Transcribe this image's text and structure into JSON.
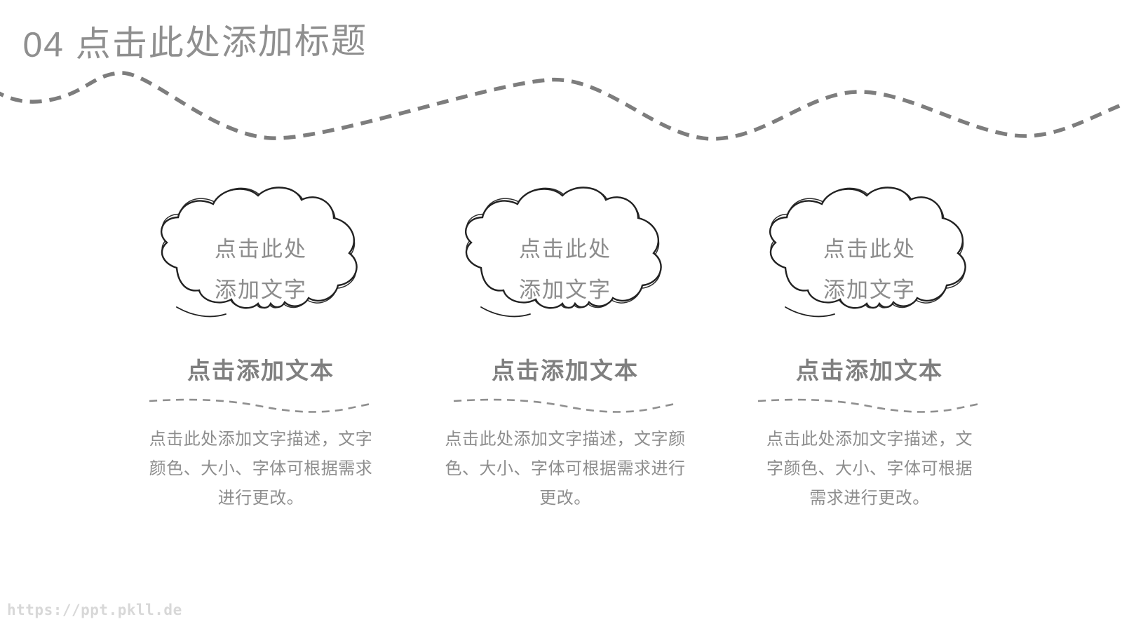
{
  "slide": {
    "title": "04 点击此处添加标题",
    "watermark": "https://ppt.pkll.de"
  },
  "colors": {
    "background": "#ffffff",
    "title_gray": "#8f8f8f",
    "wave_dash_gray": "#7d7d7d",
    "cloud_stroke": "#222222",
    "cloud_text_gray": "#8c8c8c",
    "heading_gray": "#7f7f7f",
    "divider_gray": "#8f8f8f",
    "body_gray": "#8d8d8d",
    "watermark_gray": "#d8d8d8"
  },
  "columns": [
    {
      "cloud_line1": "点击此处",
      "cloud_line2": "添加文字",
      "heading": "点击添加文本",
      "body_lines": [
        "点击此处添加文字描述，文字",
        "颜色、大小、字体可根据需求",
        "进行更改。"
      ]
    },
    {
      "cloud_line1": "点击此处",
      "cloud_line2": "添加文字",
      "heading": "点击添加文本",
      "body_lines": [
        "点击此处添加文字描述，文字颜",
        "色、大小、字体可根据需求进行",
        "更改。"
      ]
    },
    {
      "cloud_line1": "点击此处",
      "cloud_line2": "添加文字",
      "heading": "点击添加文本",
      "body_lines": [
        "点击此处添加文字描述，文",
        "字颜色、大小、字体可根据",
        "需求进行更改。"
      ]
    }
  ]
}
